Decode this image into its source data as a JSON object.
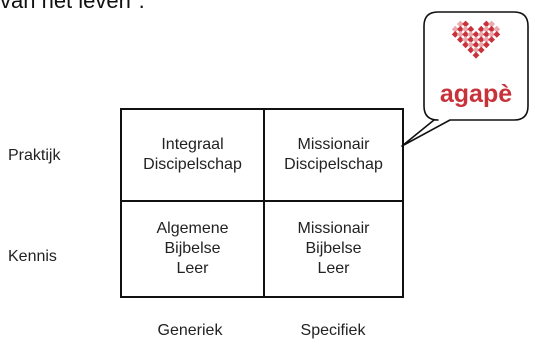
{
  "header_text": "van het leven\".",
  "rows": {
    "top_label": "Praktijk",
    "bottom_label": "Kennis"
  },
  "columns": {
    "left_label": "Generiek",
    "right_label": "Specifiek"
  },
  "cells": {
    "top_left": [
      "Integraal",
      "Discipelschap"
    ],
    "top_right": [
      "Missionair",
      "Discipelschap"
    ],
    "bottom_left": [
      "Algemene",
      "Bijbelse",
      "Leer"
    ],
    "bottom_right": [
      "Missionair",
      "Bijbelse",
      "Leer"
    ]
  },
  "logo": {
    "text": "agapè",
    "color": "#c8323a",
    "heart_light": "#e9a9ad",
    "heart_dark": "#c8323a"
  }
}
